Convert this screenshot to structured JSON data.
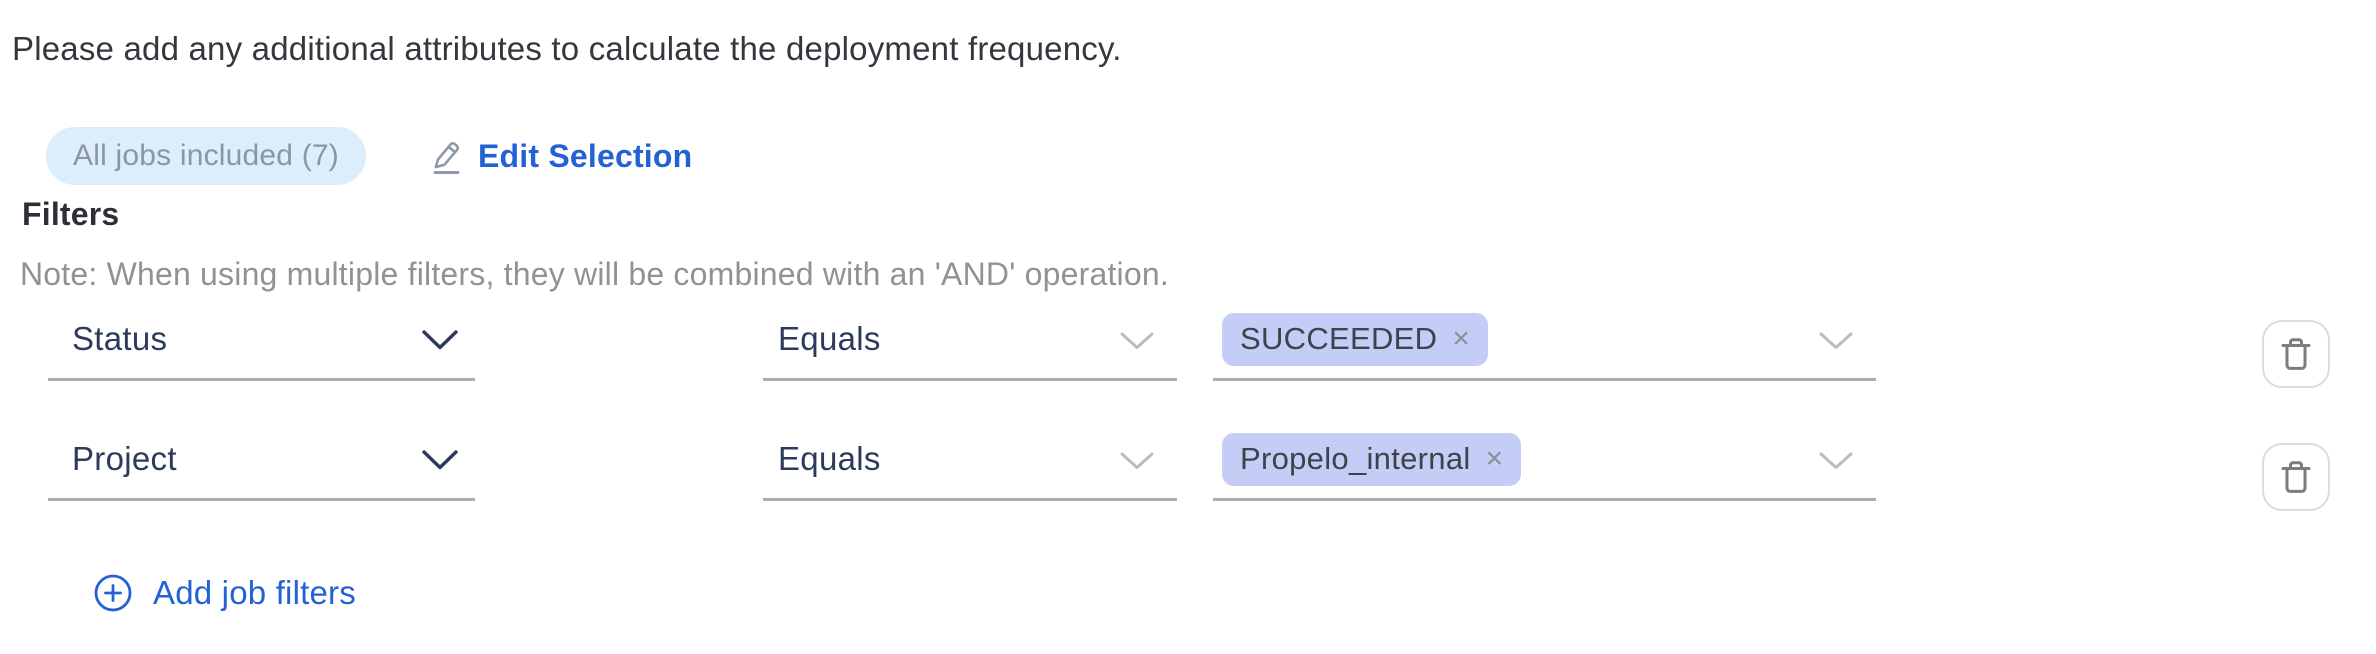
{
  "header": {
    "instruction": "Please add any additional attributes to calculate the deployment frequency."
  },
  "jobs_summary": {
    "badge_label": "All jobs included (7)",
    "edit_label": "Edit Selection"
  },
  "filters": {
    "title": "Filters",
    "note": "Note: When using multiple filters, they will be combined with an 'AND' operation.",
    "rows": [
      {
        "field": "Status",
        "operator": "Equals",
        "values": [
          "SUCCEEDED"
        ]
      },
      {
        "field": "Project",
        "operator": "Equals",
        "values": [
          "Propelo_internal"
        ]
      }
    ],
    "add_label": "Add job filters"
  },
  "icons": {
    "tag_remove_glyph": "×",
    "edit_icon": "pencil-underline",
    "delete_icon": "trash",
    "add_icon": "plus-circle",
    "select_icon": "chevron-down"
  },
  "colors": {
    "accent_blue": "#2361d5",
    "badge_background": "#dceefb",
    "badge_text": "#8b95a6",
    "tag_background": "#c3cdf5",
    "field_text": "#2c3a5c",
    "note_text": "#8f9296",
    "underline": "#a9acb1"
  }
}
